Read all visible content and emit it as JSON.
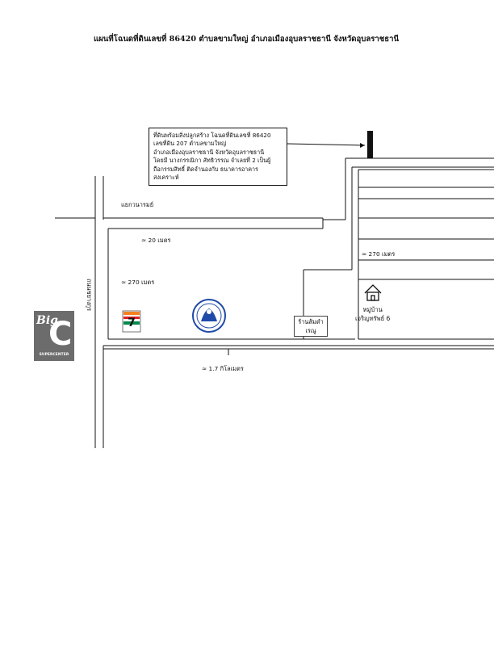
{
  "document": {
    "title": "แผนที่โฉนดที่ดินเลขที่ 86420 ตำบลขามใหญ่ อำเภอเมืองอุบลราชธานี จังหวัดอุบลราชธานี"
  },
  "callout": {
    "lines": [
      "ที่ดินพร้อมสิ่งปลูกสร้าง โฉนดที่ดินเลขที่ 86420",
      "เลขที่ดิน 207 ตำบลขามใหญ่",
      "อำเภอเมืองอุบลราชธานี จังหวัดอุบลราชธานี",
      "โดยมี นางกรรณิกา สัทธิวรรณ จำเลยที่ 2 เป็นผู้",
      "ถือกรรมสิทธิ์ ติดจำนองกับ ธนาคารอาคาร",
      "สงเคราะห์"
    ]
  },
  "labels": {
    "intersection": "แยกวนารมย์",
    "dist_20m": "≈ 20 เมตร",
    "dist_270m_left": "≈ 270 เมตร",
    "dist_270m_right": "≈ 270 เมตร",
    "dist_1_7km": "≈ 1.7 กิโลเมตร",
    "road_name": "ถนนชยางกูร",
    "store_line1": "ร้านส้มตำ",
    "store_line2": "เรณู",
    "village_line1": "หมู่บ้าน",
    "village_line2": "เจริญทรัพย์ 6"
  },
  "logos": {
    "bigc_big": "Big",
    "bigc_c": "C",
    "bigc_sub": "SUPERCENTER",
    "seven_eleven": "7-ELEVEn",
    "seal": "ตราสัญลักษณ์ธนาคารอาคารสงเคราะห์"
  },
  "colors": {
    "line": "#111111",
    "bigc_bg": "#6c6c6c",
    "seven_orange": "#f58220",
    "seven_green": "#008a4b",
    "seven_red": "#e02020",
    "seal_blue": "#1f4aa8"
  }
}
